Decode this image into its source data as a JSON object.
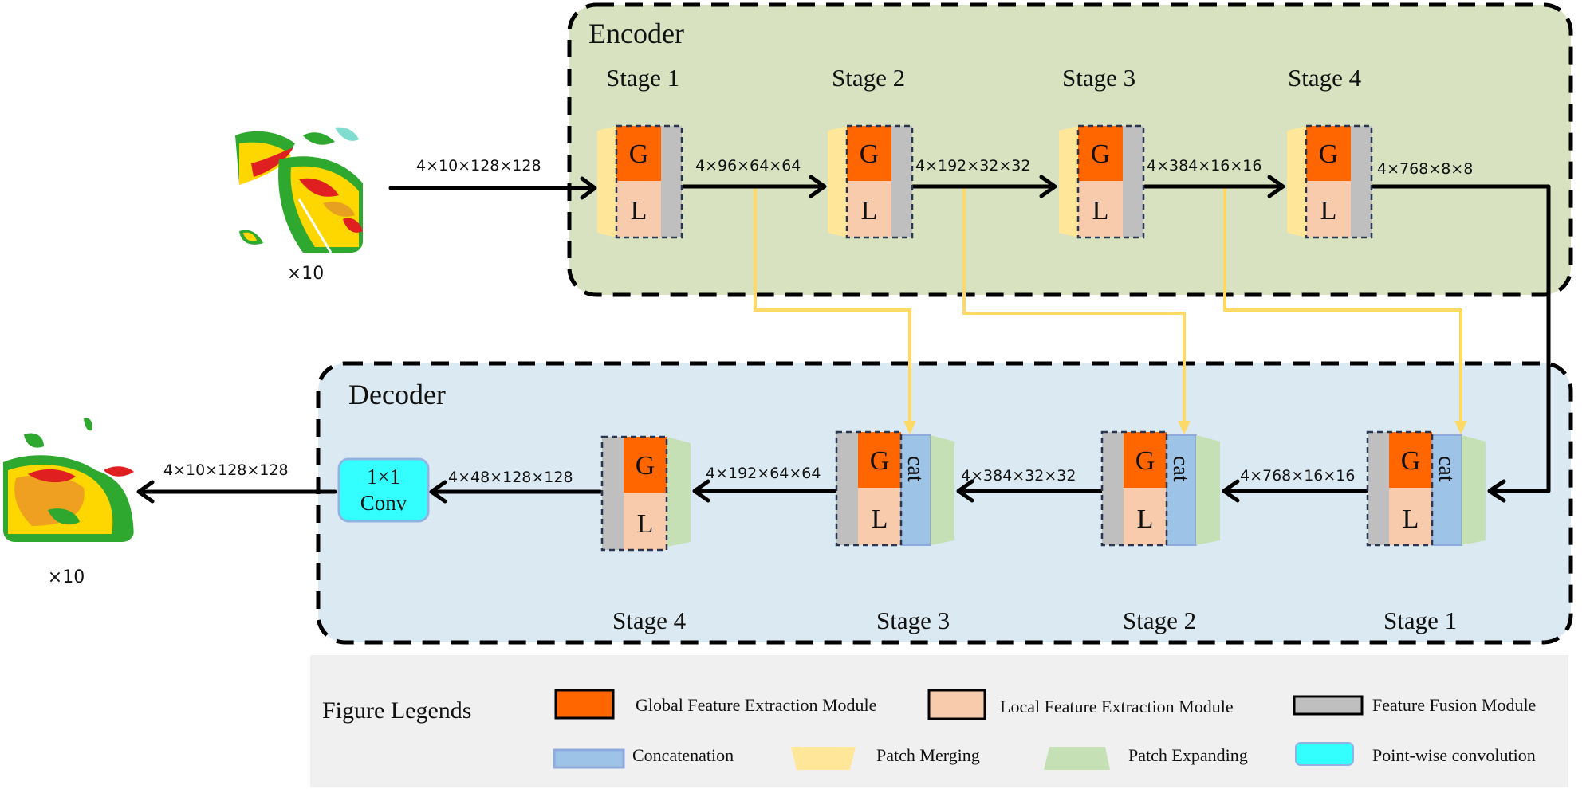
{
  "encoder": {
    "title": "Encoder",
    "stages": [
      {
        "label": "Stage 1",
        "g": "G",
        "l": "L"
      },
      {
        "label": "Stage 2",
        "g": "G",
        "l": "L"
      },
      {
        "label": "Stage 3",
        "g": "G",
        "l": "L"
      },
      {
        "label": "Stage 4",
        "g": "G",
        "l": "L"
      }
    ],
    "input_dim": "4×10×128×128",
    "dims": [
      "4×96×64×64",
      "4×192×32×32",
      "4×384×16×16",
      "4×768×8×8"
    ]
  },
  "decoder": {
    "title": "Decoder",
    "stages": [
      {
        "label": "Stage 1",
        "g": "G",
        "l": "L",
        "cat": "cat"
      },
      {
        "label": "Stage 2",
        "g": "G",
        "l": "L",
        "cat": "cat"
      },
      {
        "label": "Stage 3",
        "g": "G",
        "l": "L",
        "cat": "cat"
      },
      {
        "label": "Stage 4",
        "g": "G",
        "l": "L"
      }
    ],
    "dims": [
      "4×768×16×16",
      "4×384×32×32",
      "4×192×64×64",
      "4×48×128×128"
    ],
    "conv": {
      "line1": "1×1",
      "line2": "Conv"
    },
    "output_dim": "4×10×128×128"
  },
  "input_image": {
    "caption": "×10",
    "description": "radar echo frames"
  },
  "output_image": {
    "caption": "×10",
    "description": "predicted radar echo frames"
  },
  "legend": {
    "title": "Figure Legends",
    "items": [
      {
        "label": "Global Feature Extraction Module",
        "color": "#ff6600"
      },
      {
        "label": "Local Feature Extraction Module",
        "color": "#f8cbad"
      },
      {
        "label": "Feature Fusion Module",
        "color": "#bfbfbf"
      },
      {
        "label": "Concatenation",
        "color": "#9dc3e6"
      },
      {
        "label": "Patch Merging",
        "color": "#ffe699"
      },
      {
        "label": "Patch Expanding",
        "color": "#c5e0b4"
      },
      {
        "label": "Point-wise convolution",
        "color": "#33ffff"
      }
    ]
  },
  "colors": {
    "encoder_bg": "#d8e2c0",
    "decoder_bg": "#dbe9f2",
    "legend_bg": "#f0f0f0",
    "skip": "#ffd966"
  }
}
